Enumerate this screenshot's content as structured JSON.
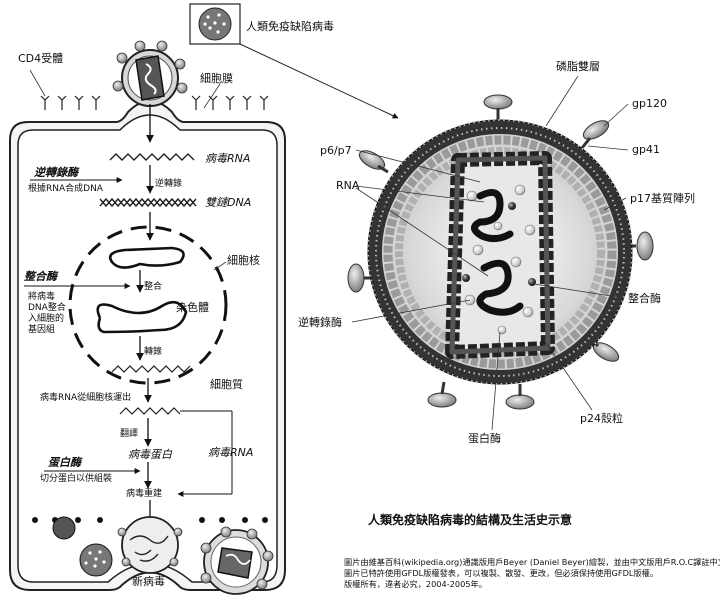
{
  "hiv_label": "人類免疫缺陷病毒",
  "cell": {
    "cd4_receptor": "CD4受體",
    "membrane": "細胞膜",
    "viral_rna": "病毒RNA",
    "reverse_transcriptase": "逆轉錄酶",
    "rt_desc": "根據RNA合成DNA",
    "reverse_transcription": "逆轉錄",
    "double_stranded_dna": "雙鏈DNA",
    "nucleus": "細胞核",
    "integrase": "整合酶",
    "integrase_desc": [
      "將病毒",
      "DNA整合",
      "入細胞的",
      "基因組"
    ],
    "integration": "整合",
    "chromosome": "染色體",
    "transcription": "轉錄",
    "cytoplasm": "細胞質",
    "rna_exported": "病毒RNA從細胞核運出",
    "translation": "翻譯",
    "viral_protein": "病毒蛋白",
    "viral_rna_2": "病毒RNA",
    "protease": "蛋白酶",
    "protease_desc": "切分蛋白以供組裝",
    "reassembly": "病毒重建",
    "new_virus": "新病毒"
  },
  "virion": {
    "phospholipid_bilayer": "磷脂雙層",
    "gp120": "gp120",
    "gp41": "gp41",
    "p6p7": "p6/p7",
    "rna": "RNA",
    "p17_matrix": "p17基質陣列",
    "integrase": "整合酶",
    "reverse_transcriptase": "逆轉錄酶",
    "p24_capsid": "p24殼粒",
    "protease": "蛋白酶"
  },
  "caption_title": "人類免疫缺陷病毒的結構及生活史示意",
  "credits": [
    "圖片由維基百科(wikipedia.org)通識版用戶Beyer (Daniel Beyer)繪製，並由中文版用戶R.O.C譯註中文。",
    "圖片已特許使用GFDL版權發表，可以複製、散發、更改，但必須保持使用GFDL版權。",
    "版權所有，違者必究，2004-2005年。"
  ]
}
